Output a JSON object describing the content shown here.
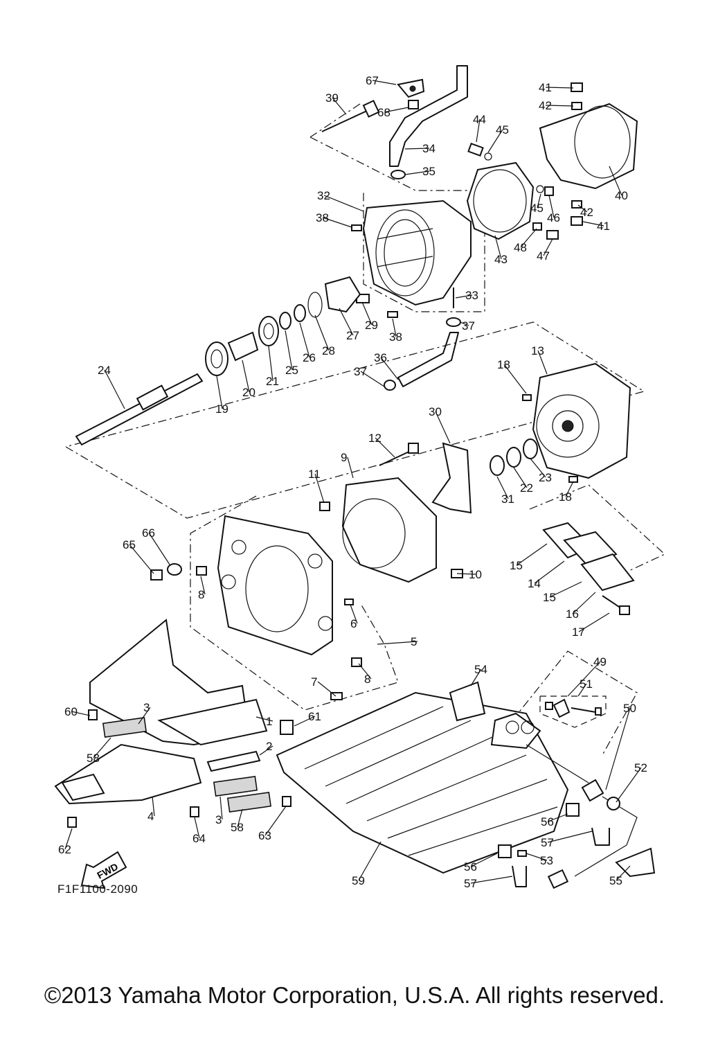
{
  "figure_code": "F1F1100-2090",
  "fwd_label": "FWD",
  "copyright": "©2013 Yamaha Motor Corporation, U.S.A. All rights reserved.",
  "callouts": [
    "67",
    "39",
    "68",
    "34",
    "35",
    "32",
    "38",
    "44",
    "45",
    "41",
    "42",
    "40",
    "45",
    "46",
    "42",
    "41",
    "48",
    "47",
    "43",
    "33",
    "29",
    "27",
    "28",
    "26",
    "25",
    "21",
    "20",
    "19",
    "24",
    "38",
    "37",
    "37",
    "36",
    "13",
    "18",
    "30",
    "12",
    "9",
    "23",
    "22",
    "31",
    "18",
    "11",
    "66",
    "65",
    "8",
    "10",
    "15",
    "14",
    "15",
    "16",
    "17",
    "6",
    "5",
    "8",
    "7",
    "49",
    "51",
    "54",
    "50",
    "60",
    "3",
    "1",
    "61",
    "58",
    "2",
    "52",
    "4",
    "3",
    "58",
    "64",
    "63",
    "56",
    "57",
    "62",
    "53",
    "56",
    "57",
    "59",
    "55"
  ]
}
